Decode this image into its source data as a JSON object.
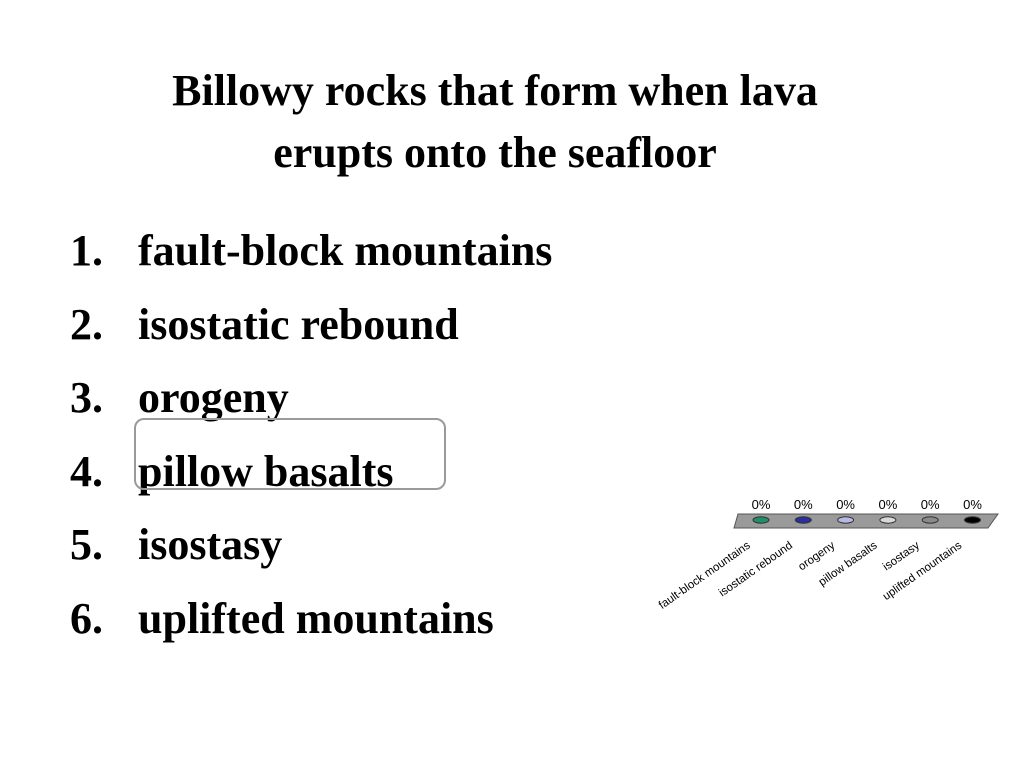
{
  "question": {
    "title_line1": "Billowy rocks that form when lava",
    "title_line2": "erupts onto the seafloor"
  },
  "answers": [
    {
      "number": "1.",
      "text": "fault-block mountains",
      "correct": false
    },
    {
      "number": "2.",
      "text": "isostatic rebound",
      "correct": false
    },
    {
      "number": "3.",
      "text": "orogeny",
      "correct": false
    },
    {
      "number": "4.",
      "text": "pillow basalts",
      "correct": true
    },
    {
      "number": "5.",
      "text": "isostasy",
      "correct": false
    },
    {
      "number": "6.",
      "text": "uplifted mountains",
      "correct": false
    }
  ],
  "chart_data": {
    "type": "bar",
    "categories": [
      "fault-block mountains",
      "isostatic rebound",
      "orogeny",
      "pillow basalts",
      "isostasy",
      "uplifted mountains"
    ],
    "values": [
      0,
      0,
      0,
      0,
      0,
      0
    ],
    "value_labels": [
      "0%",
      "0%",
      "0%",
      "0%",
      "0%",
      "0%"
    ],
    "ylim": [
      0,
      100
    ],
    "colors": [
      "#1f8f6b",
      "#2a2f9c",
      "#b8b8e8",
      "#d8d8d8",
      "#8a8a8a",
      "#000000"
    ],
    "platform_color": "#9a9a9a"
  }
}
